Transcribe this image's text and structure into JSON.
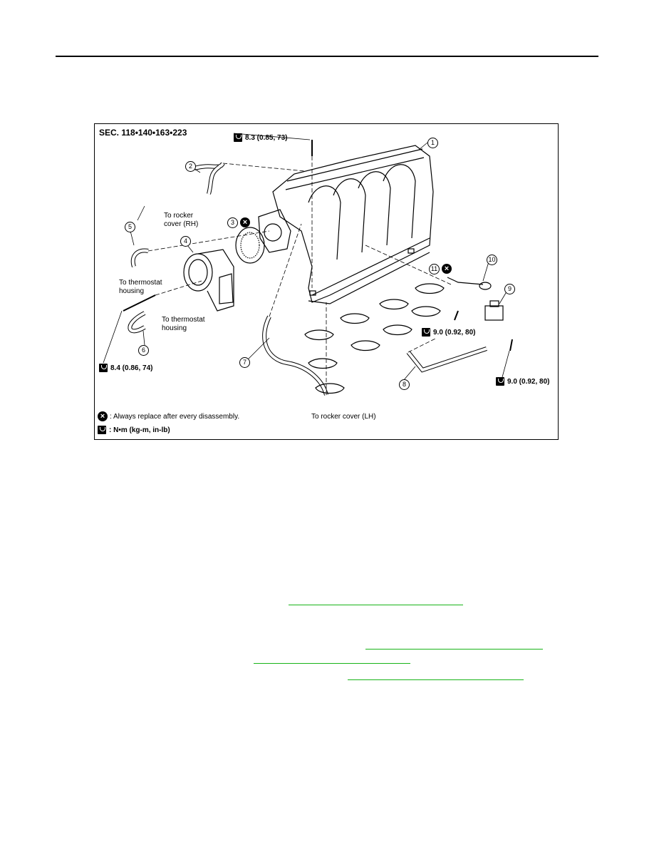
{
  "figure": {
    "section_label": "SEC. 118•140•163•223",
    "callouts": [
      "1",
      "2",
      "3",
      "4",
      "5",
      "6",
      "7",
      "8",
      "9",
      "10",
      "11"
    ],
    "labels": {
      "to_rocker_rh": "To rocker\ncover (RH)",
      "to_thermostat_1": "To thermostat\nhousing",
      "to_thermostat_2": "To thermostat\nhousing",
      "to_rocker_lh": "To rocker cover (LH)"
    },
    "torques": {
      "t1": "8.3 (0.85, 73)",
      "t2": "8.4 (0.86, 74)",
      "t3": "9.0 (0.92, 80)",
      "t4": "9.0 (0.92, 80)"
    },
    "legend": {
      "replace": ": Always replace after every disassembly.",
      "units": ": N•m (kg-m, in-lb)"
    },
    "icons": {
      "replace": "x-circle-icon",
      "torque": "torque-wrench-icon"
    }
  },
  "links_color": "#19b419"
}
